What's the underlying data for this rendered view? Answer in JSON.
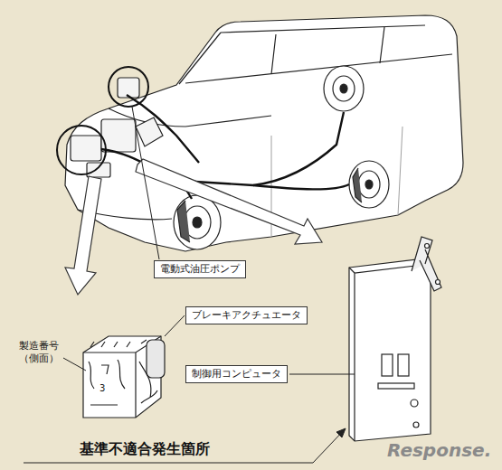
{
  "diagram": {
    "nodes": [
      {
        "text": [
          "電動式油圧ポンプ"
        ]
      },
      {
        "text": [
          "ブレーキアクチュエータ"
        ]
      },
      {
        "text": [
          "制御用コンピュータ"
        ]
      }
    ],
    "labels": [
      "製造番号 （側面）",
      "3",
      "基準不適合発生箇所",
      "Response."
    ]
  }
}
